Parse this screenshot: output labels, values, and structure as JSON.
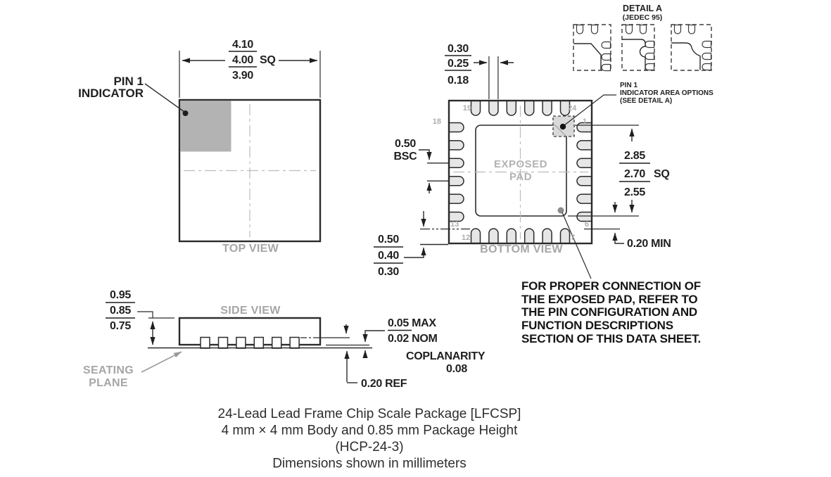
{
  "colors": {
    "line": "#2b2b2b",
    "gray_label": "#a6a6a6",
    "lead_fill": "#e6e6e6",
    "pin1_indicator_fill": "#b3b3b3"
  },
  "top_view": {
    "label": "TOP VIEW",
    "pin1": {
      "line1": "PIN 1",
      "line2": "INDICATOR"
    },
    "dim_body": {
      "max": "4.10",
      "nom": "4.00",
      "suffix": "SQ",
      "min": "3.90"
    }
  },
  "bottom_view": {
    "label": "BOTTOM VIEW",
    "exposed_pad": {
      "line1": "EXPOSED",
      "line2": "PAD"
    },
    "pins": {
      "p19": "19",
      "p24": "24",
      "p18": "18",
      "p1": "1",
      "p13": "13",
      "p6": "6",
      "p12": "12",
      "p7": "7"
    },
    "dim_lead_width": {
      "max": "0.30",
      "nom": "0.25",
      "min": "0.18"
    },
    "dim_pitch": {
      "value": "0.50",
      "ref": "BSC"
    },
    "dim_lead_length": {
      "max": "0.50",
      "nom": "0.40",
      "min": "0.30"
    },
    "dim_pad": {
      "max": "2.85",
      "nom": "2.70",
      "suffix": "SQ",
      "min": "2.55"
    },
    "dim_clearance": "0.20 MIN",
    "pin1_options": {
      "line1": "PIN 1",
      "line2": "INDICATOR AREA OPTIONS",
      "line3": "(SEE DETAIL A)"
    }
  },
  "detail_a": {
    "title": "DETAIL A",
    "subtitle": "(JEDEC 95)"
  },
  "side_view": {
    "label": "SIDE VIEW",
    "dim_height": {
      "max": "0.95",
      "nom": "0.85",
      "min": "0.75"
    },
    "seating_plane": {
      "line1": "SEATING",
      "line2": "PLANE"
    },
    "dim_standoff": {
      "max": "0.05 MAX",
      "nom": "0.02 NOM"
    },
    "coplanarity": {
      "label": "COPLANARITY",
      "value": "0.08"
    },
    "dim_lead": "0.20 REF"
  },
  "note": {
    "line1": "FOR PROPER CONNECTION OF",
    "line2": "THE EXPOSED PAD, REFER TO",
    "line3": "THE PIN CONFIGURATION AND",
    "line4": "FUNCTION DESCRIPTIONS",
    "line5": "SECTION OF THIS DATA SHEET."
  },
  "caption": {
    "line1": "24-Lead Lead Frame Chip Scale Package [LFCSP]",
    "line2": "4 mm × 4 mm Body and 0.85 mm Package Height",
    "line3": "(HCP-24-3)",
    "line4": "Dimensions shown in millimeters"
  }
}
